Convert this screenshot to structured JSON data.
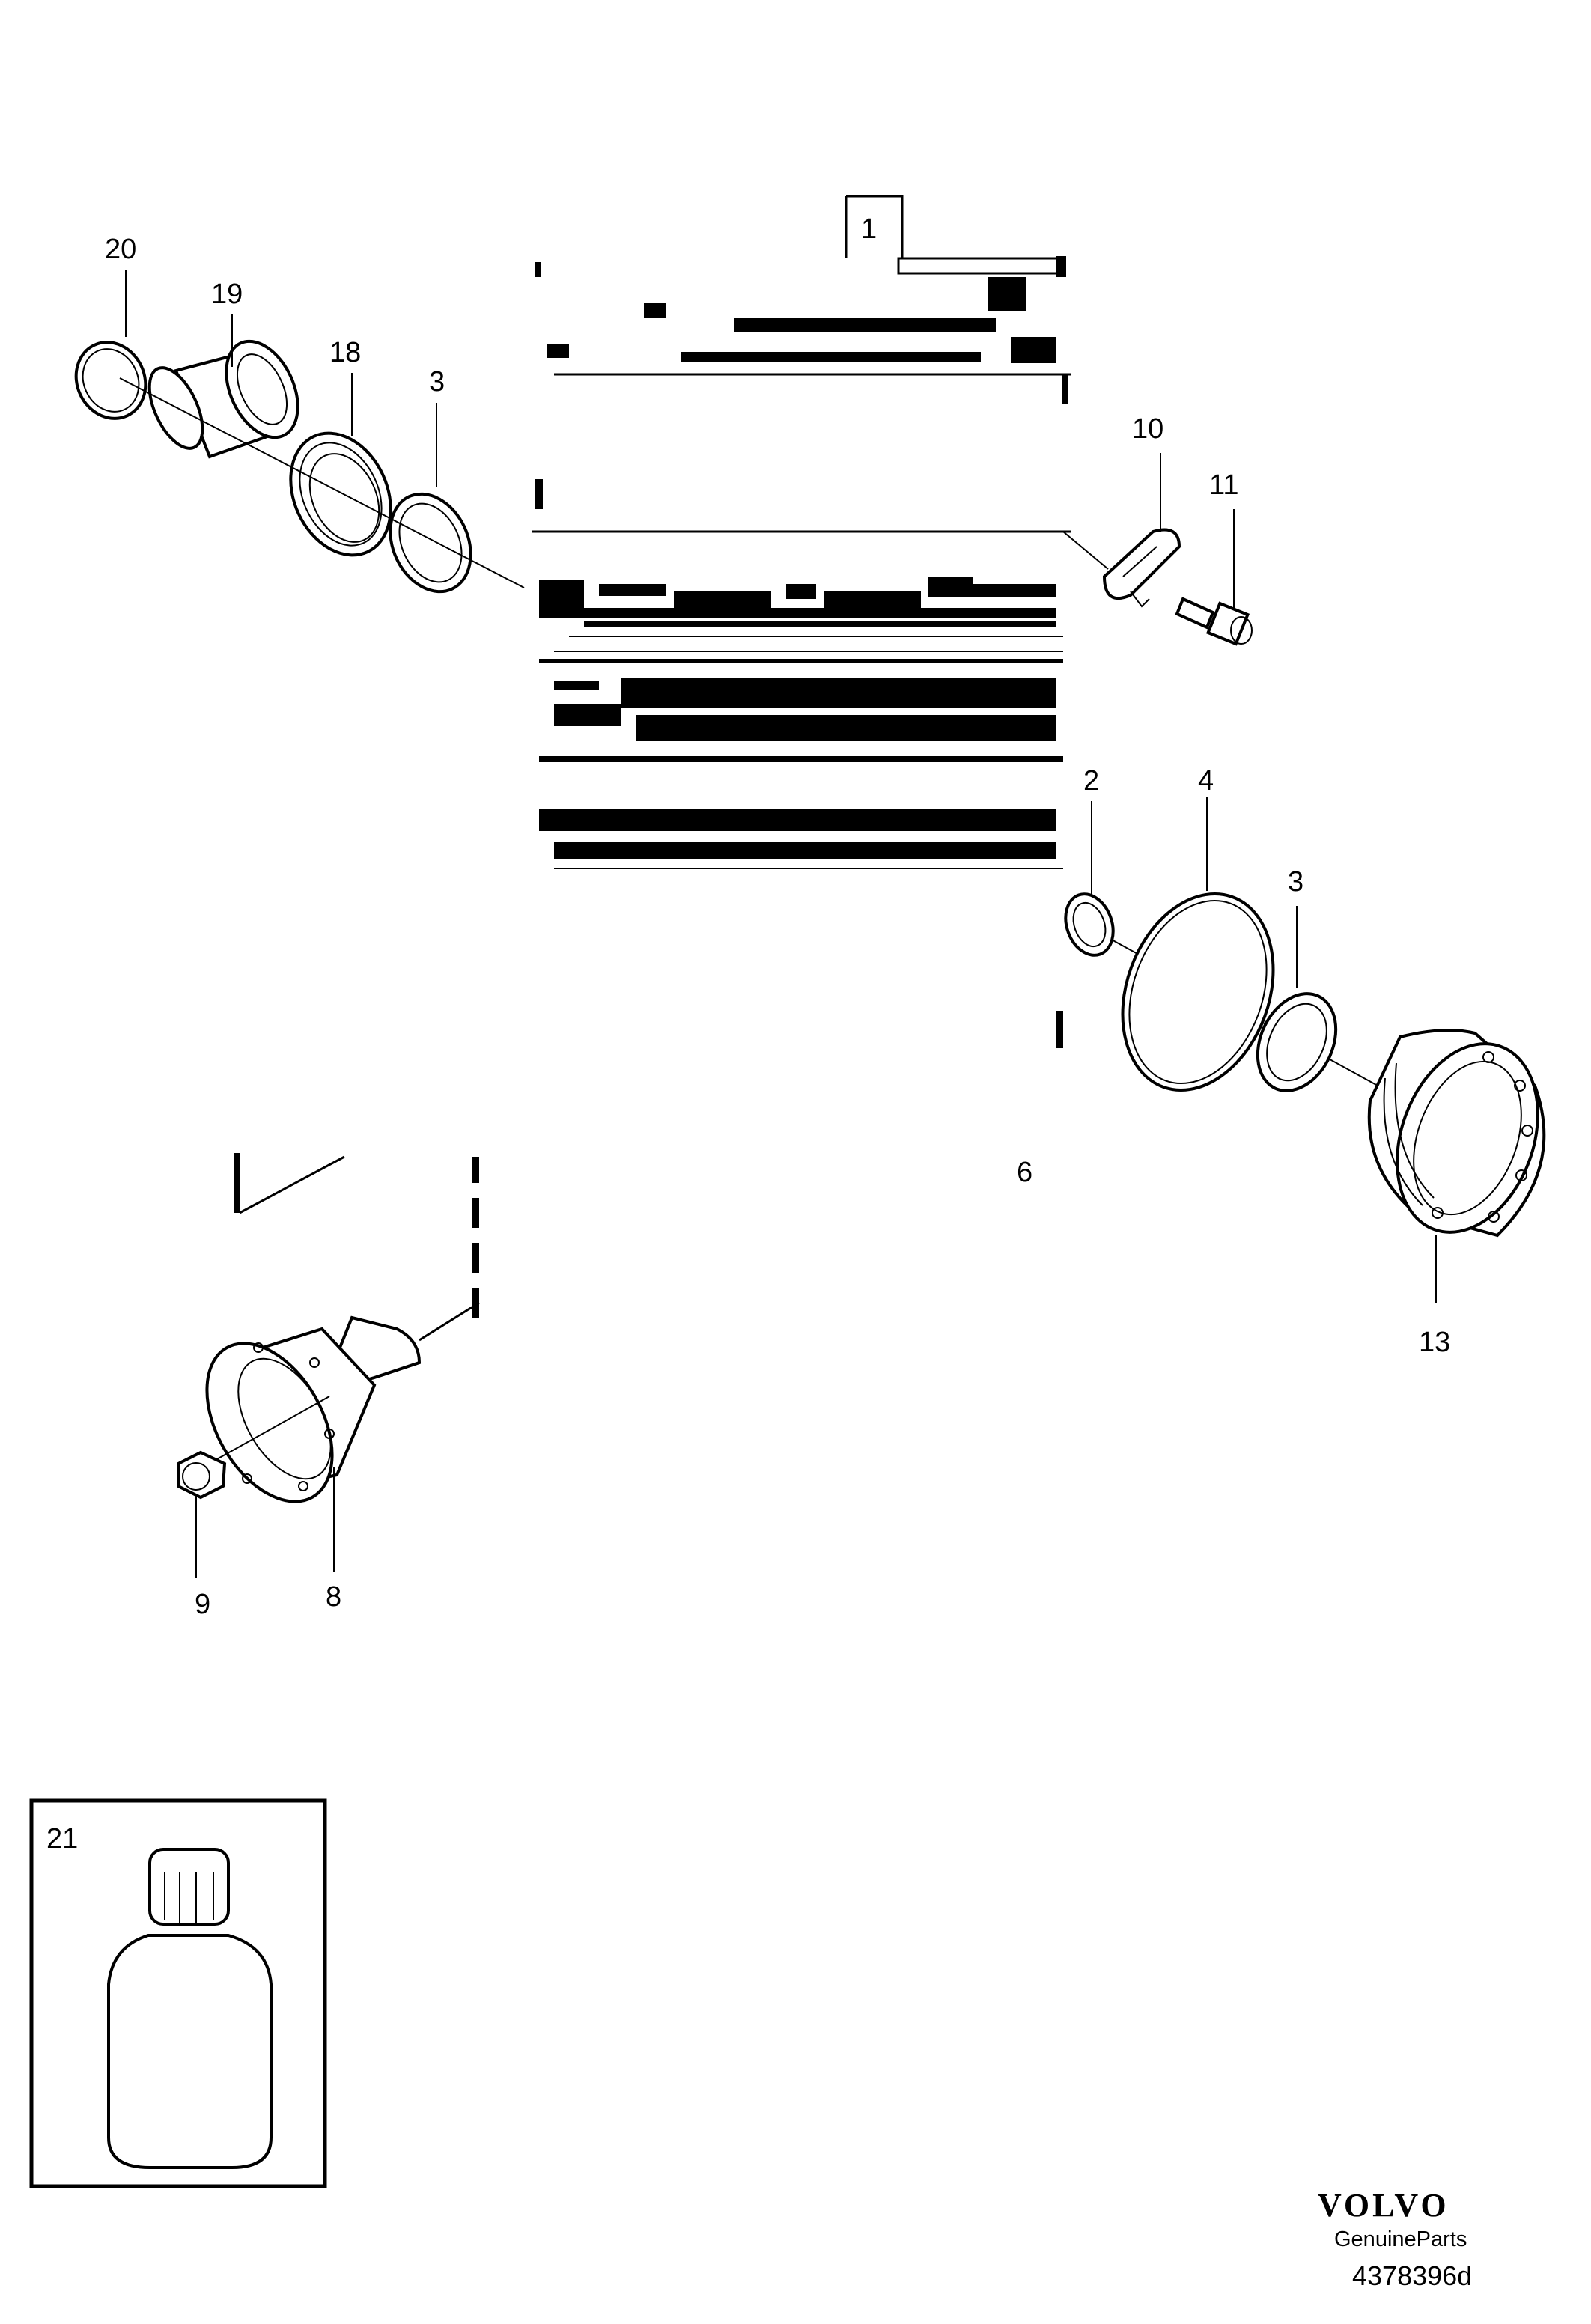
{
  "diagram": {
    "callouts": {
      "c1": "1",
      "c2": "2",
      "c3a": "3",
      "c3b": "3",
      "c4": "4",
      "c6": "6",
      "c8": "8",
      "c9": "9",
      "c10": "10",
      "c11": "11",
      "c13": "13",
      "c18": "18",
      "c19": "19",
      "c20": "20",
      "c21": "21"
    },
    "brand": {
      "logo": "VOLVO",
      "tagline": "GenuineParts"
    },
    "document_number": "4378396d"
  }
}
